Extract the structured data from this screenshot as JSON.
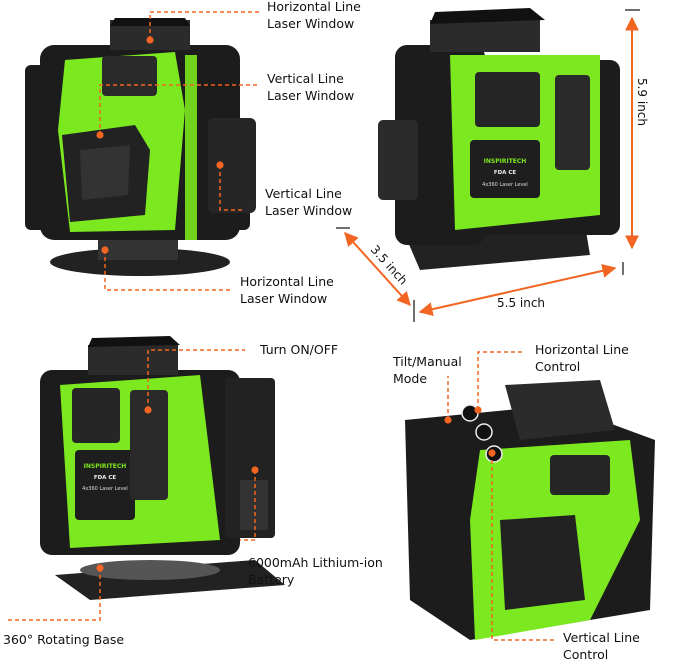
{
  "colors": {
    "accent": "#f26522",
    "device_green": "#7ce81f",
    "device_black": "#1c1c1c"
  },
  "product": {
    "brand": "INSPIRITECH",
    "model": "4x360 Laser Level",
    "marks": "FDA CE"
  },
  "views": {
    "front": {
      "labels": [
        {
          "line1": "Horizontal Line",
          "line2": "Laser Window"
        },
        {
          "line1": "Vertical Line",
          "line2": "Laser Window"
        },
        {
          "line1": "Vertical Line",
          "line2": "Laser Window"
        },
        {
          "line1": "Horizontal Line",
          "line2": "Laser Window"
        }
      ]
    },
    "dimensions": {
      "height": "5.9 inch",
      "depth": "3.5 inch",
      "width": "5.5 inch"
    },
    "side": {
      "power": "Turn ON/OFF",
      "battery_line1": "6000mAh Lithium-ion",
      "battery_line2": "Battery",
      "base": "360° Rotating Base"
    },
    "top": {
      "tilt_line1": "Tilt/Manual",
      "tilt_line2": "Mode",
      "hcontrol_line1": "Horizontal Line",
      "hcontrol_line2": "Control",
      "vcontrol_line1": "Vertical Line",
      "vcontrol_line2": "Control"
    }
  }
}
